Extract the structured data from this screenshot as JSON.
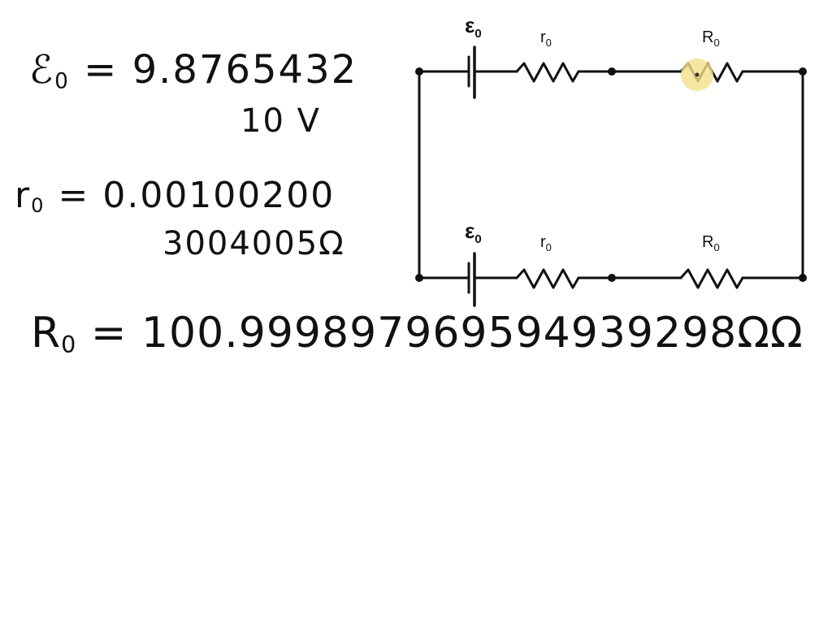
{
  "notes": {
    "emf_symbol": "ℰ",
    "emf_sub": "0",
    "emf_value": "= 9.8765432",
    "emf_value_cont": "10 V",
    "r_symbol": "r",
    "r_sub": "0",
    "r_value": "= 0.00100200",
    "r_value_cont": "3004005Ω",
    "R_symbol": "R",
    "R_sub": "0",
    "R_value": "= 100.999897969594939298ΩΩ"
  },
  "circuit": {
    "top_branch": {
      "battery_label": "ε",
      "battery_sub": "0",
      "internal_r_label": "r",
      "internal_r_sub": "0",
      "load_label": "R",
      "load_sub": "0"
    },
    "bottom_branch": {
      "battery_label": "ε",
      "battery_sub": "0",
      "internal_r_label": "r",
      "internal_r_sub": "0",
      "load_label": "R",
      "load_sub": "0"
    },
    "colors": {
      "wire": "#111111",
      "cursor_highlight": "#f2e08a"
    }
  }
}
